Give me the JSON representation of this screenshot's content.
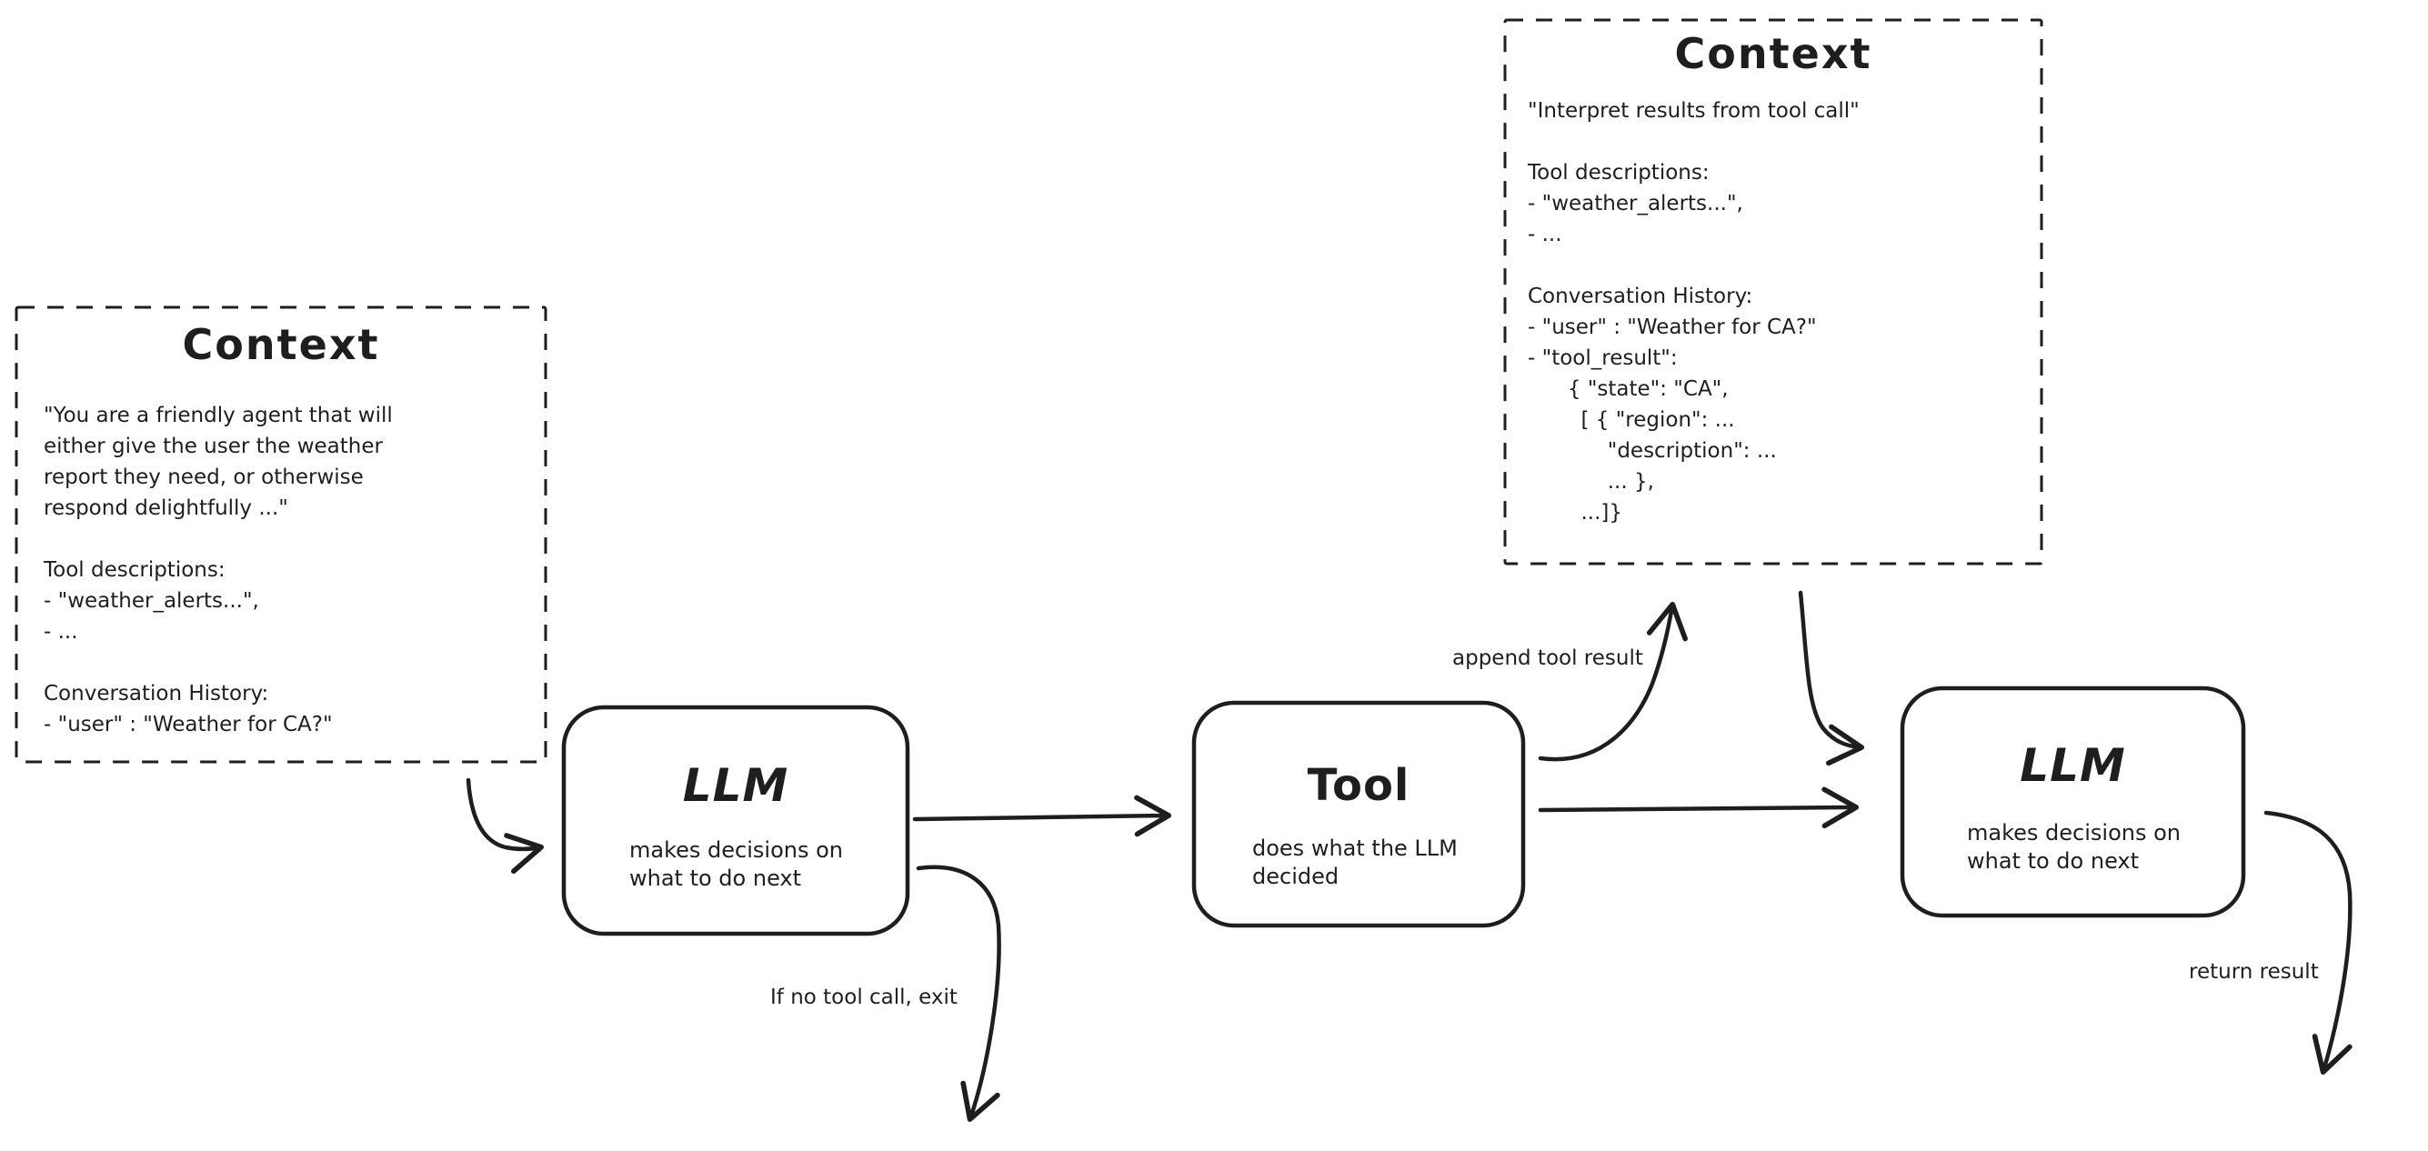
{
  "style": {
    "ink": "#1e1e1e",
    "bg": "#ffffff"
  },
  "boxes": {
    "context_initial": {
      "title": "Context",
      "body": "\"You are a friendly agent that will\neither give the user the weather\nreport they need, or otherwise\nrespond delightfully ...\"\n\nTool descriptions:\n- \"weather_alerts...\",\n- ...\n\nConversation History:\n- \"user\" : \"Weather for CA?\""
    },
    "llm_first": {
      "title": "LLM",
      "subtitle": "makes decisions on\nwhat to do next"
    },
    "tool": {
      "title": "Tool",
      "subtitle": "does what the LLM\ndecided"
    },
    "context_after_tool": {
      "title": "Context",
      "body": "\"Interpret results from tool call\"\n\nTool descriptions:\n- \"weather_alerts...\",\n- ...\n\nConversation History:\n- \"user\" : \"Weather for CA?\"\n- \"tool_result\":\n      { \"state\": \"CA\",\n        [ { \"region\": ...\n            \"description\": ...\n            ... },\n        ...]}"
    },
    "llm_second": {
      "title": "LLM",
      "subtitle": "makes decisions on\nwhat to do next"
    }
  },
  "edge_labels": {
    "append_tool_result": "append tool result",
    "if_no_tool_exit": "If no tool call, exit",
    "return_result": "return result"
  },
  "edges": [
    {
      "from": "context_initial",
      "to": "llm_first",
      "label": ""
    },
    {
      "from": "llm_first",
      "to": "tool",
      "label": ""
    },
    {
      "from": "llm_first",
      "to": "exit",
      "label": "If no tool call, exit"
    },
    {
      "from": "tool",
      "to": "context_after_tool",
      "label": "append tool result"
    },
    {
      "from": "tool",
      "to": "llm_second",
      "label": ""
    },
    {
      "from": "context_after_tool",
      "to": "llm_second",
      "label": ""
    },
    {
      "from": "llm_second",
      "to": "out",
      "label": "return result"
    }
  ]
}
